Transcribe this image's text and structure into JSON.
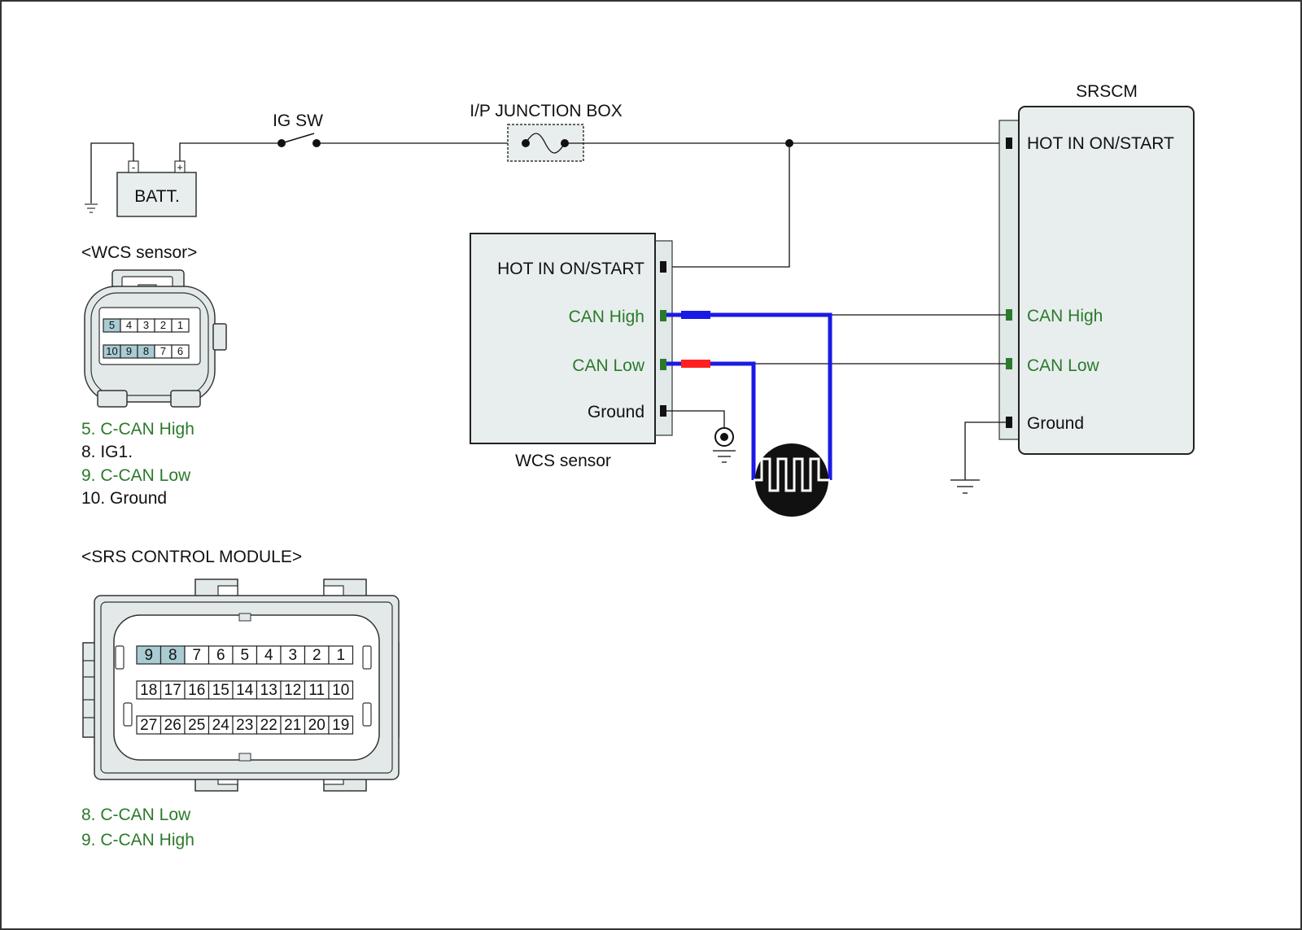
{
  "colors": {
    "can_text": "#2b7a2b",
    "can_high_wire": "#1a1ae6",
    "can_low_wire": "#1a1ae6",
    "can_high_marker": "#1a1ae6",
    "can_low_marker": "#ff2020",
    "highlight_pin": "#a9cbd4",
    "module_fill": "#e8eeee"
  },
  "power": {
    "battery_label": "BATT.",
    "battery_neg": "-",
    "battery_pos": "+",
    "ig_switch_label": "IG SW",
    "junction_box_label": "I/P JUNCTION BOX"
  },
  "srscm": {
    "title": "SRSCM",
    "pins": {
      "hot": "HOT IN ON/START",
      "can_high": "CAN High",
      "can_low": "CAN Low",
      "ground": "Ground"
    }
  },
  "wcs_module": {
    "caption": "WCS sensor",
    "pins": {
      "hot": "HOT IN ON/START",
      "can_high": "CAN High",
      "can_low": "CAN Low",
      "ground": "Ground"
    }
  },
  "wcs_connector": {
    "title": "<WCS sensor>",
    "row1": [
      "5",
      "4",
      "3",
      "2",
      "1"
    ],
    "row2": [
      "10",
      "9",
      "8",
      "7",
      "6"
    ],
    "highlighted": [
      "5",
      "10",
      "9",
      "8"
    ],
    "legend": [
      {
        "text": "5. C-CAN High",
        "can": true
      },
      {
        "text": "8. IG1.",
        "can": false
      },
      {
        "text": "9. C-CAN Low",
        "can": true
      },
      {
        "text": "10. Ground",
        "can": false
      }
    ]
  },
  "srs_connector": {
    "title": "<SRS CONTROL MODULE>",
    "row1": [
      "9",
      "8",
      "7",
      "6",
      "5",
      "4",
      "3",
      "2",
      "1"
    ],
    "row2": [
      "18",
      "17",
      "16",
      "15",
      "14",
      "13",
      "12",
      "11",
      "10"
    ],
    "row3": [
      "27",
      "26",
      "25",
      "24",
      "23",
      "22",
      "21",
      "20",
      "19"
    ],
    "highlighted": [
      "9",
      "8"
    ],
    "legend": [
      {
        "text": "8. C-CAN Low",
        "can": true
      },
      {
        "text": "9. C-CAN High",
        "can": true
      }
    ]
  }
}
